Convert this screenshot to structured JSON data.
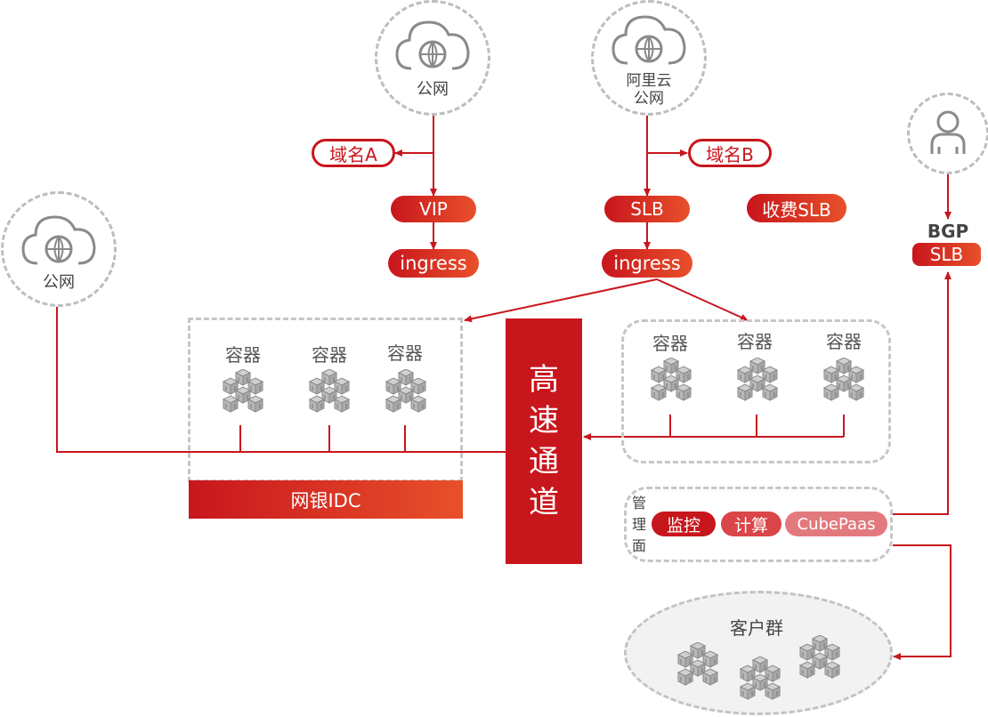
{
  "colors": {
    "accent_red": "#c8161d",
    "accent_orange": "#e8502a",
    "dashed_gray": "#bdbdbd",
    "pill_mid": "#d94548",
    "pill_light": "#e27a7d"
  },
  "icons": {
    "cloud": "cloud-globe-icon",
    "user": "user-icon",
    "container": "container-cubes-icon"
  },
  "top_left_cloud": {
    "label": "公网"
  },
  "top_right_cloud": {
    "label_line1": "阿里云",
    "label_line2": "公网"
  },
  "left_cloud": {
    "label": "公网"
  },
  "user_node": {
    "icon": "user-icon"
  },
  "domain_a": "域名A",
  "domain_b": "域名B",
  "vip": "VIP",
  "slb": "SLB",
  "billing_slb": "收费SLB",
  "ingress_left": "ingress",
  "ingress_right": "ingress",
  "bgp_slb": {
    "line1": "BGP",
    "line2": "SLB"
  },
  "idc": {
    "containers": [
      "容器",
      "容器",
      "容器"
    ],
    "bar_label": "网银IDC"
  },
  "tunnel": {
    "chars": [
      "高",
      "速",
      "通",
      "道"
    ]
  },
  "cloud_cluster": {
    "containers": [
      "容器",
      "容器",
      "容器"
    ]
  },
  "management": {
    "vertical_label": [
      "管",
      "理",
      "面"
    ],
    "items": [
      "监控",
      "计算",
      "CubePaas"
    ]
  },
  "customers": {
    "label": "客户群"
  }
}
